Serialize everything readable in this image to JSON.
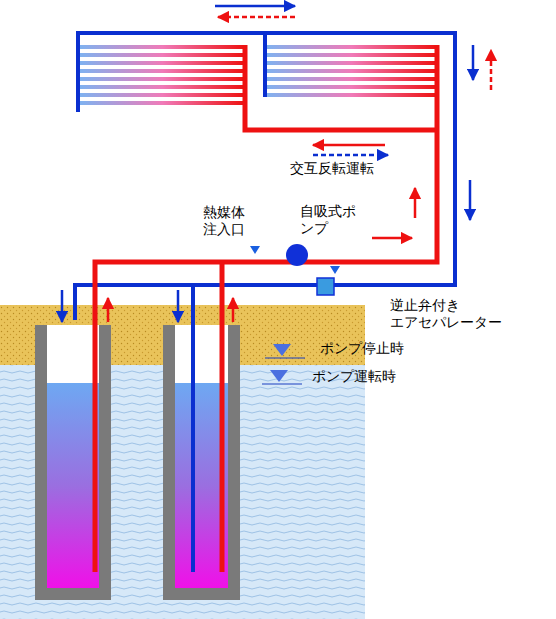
{
  "diagram": {
    "labels": [
      "交互反転運転",
      "熱媒体 注入口",
      "自吸式ポンプ",
      "逆止弁付き エアセパレーター",
      "ポンプ停止時",
      "ポンプ運転時"
    ]
  }
}
